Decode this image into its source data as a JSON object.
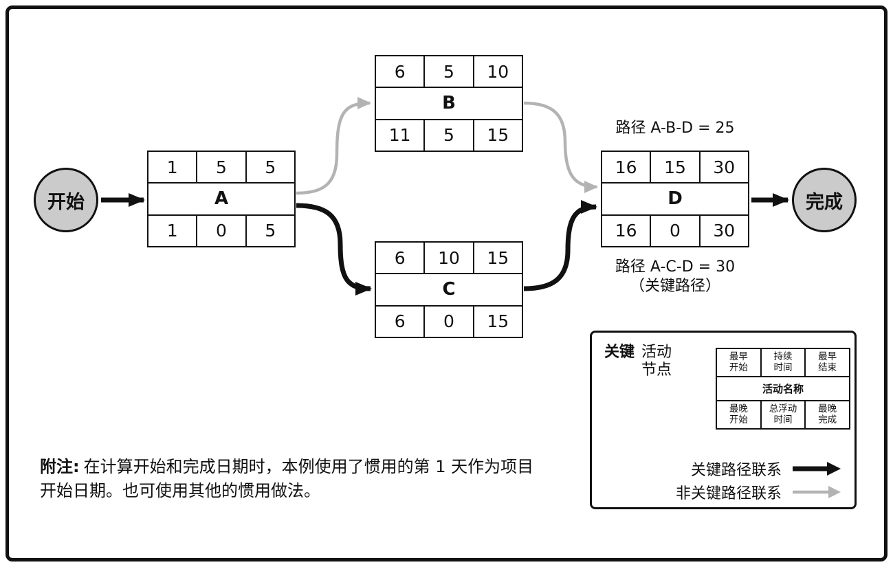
{
  "colors": {
    "critical_link": "#111111",
    "noncritical_link": "#b3b3b3",
    "terminal_fill": "#cbcbcb"
  },
  "terminals": {
    "start": "开始",
    "finish": "完成"
  },
  "nodes": [
    {
      "name": "A",
      "es": "1",
      "dur": "5",
      "ef": "5",
      "ls": "1",
      "tf": "0",
      "lf": "5"
    },
    {
      "name": "B",
      "es": "6",
      "dur": "5",
      "ef": "10",
      "ls": "11",
      "tf": "5",
      "lf": "15"
    },
    {
      "name": "C",
      "es": "6",
      "dur": "10",
      "ef": "15",
      "ls": "6",
      "tf": "0",
      "lf": "15"
    },
    {
      "name": "D",
      "es": "16",
      "dur": "15",
      "ef": "30",
      "ls": "16",
      "tf": "0",
      "lf": "30"
    }
  ],
  "path_labels": {
    "abd": "路径 A-B-D = 25",
    "acd": "路径 A-C-D = 30",
    "critical": "（关键路径）"
  },
  "legend": {
    "key": "关键",
    "key_target": "活动\n节点",
    "node": {
      "es": "最早\n开始",
      "dur": "持续\n时间",
      "ef": "最早\n结束",
      "name": "活动名称",
      "ls": "最晚\n开始",
      "tf": "总浮动\n时间",
      "lf": "最晚\n完成"
    },
    "critical_link": "关键路径联系",
    "noncritical_link": "非关键路径联系"
  },
  "note": {
    "label": "附注:",
    "text": "在计算开始和完成日期时，本例使用了惯用的第 1 天作为项目\n开始日期。也可使用其他的惯用做法。"
  }
}
